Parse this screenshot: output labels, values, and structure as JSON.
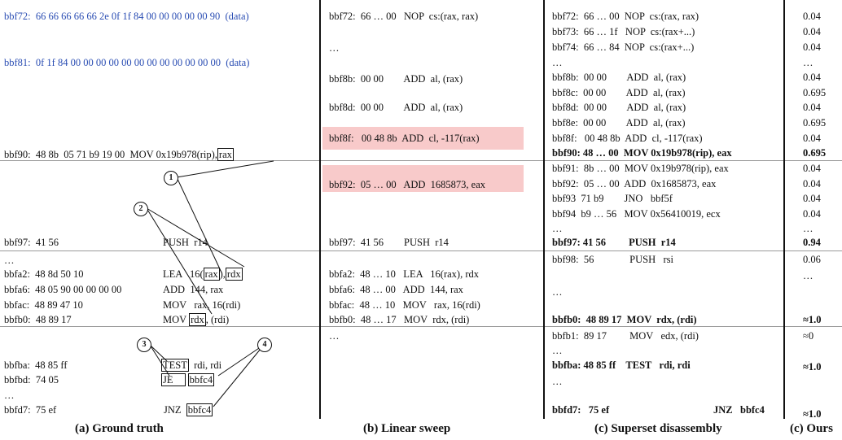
{
  "captions": {
    "a": "(a) Ground truth",
    "b": "(b) Linear sweep",
    "c": "(c) Superset disassembly",
    "d": "(c) Ours"
  },
  "colors": {
    "data_text": "#2a4db3",
    "highlight": "#f8caca"
  },
  "ground_truth": {
    "data1": "bbf72:  66 66 66 66 66 2e 0f 1f 84 00 00 00 00 00 90  (data)",
    "data2": "bbf81:  0f 1f 84 00 00 00 00 00 00 00 00 00 00 00 00  (data)",
    "r90_addr": "bbf90:  48 8b  05 71 b9 19 00  MOV 0x19b978(rip),",
    "r90_box": "rax",
    "r97_addr": "bbf97:  41 56",
    "r97_ins": "PUSH  r14",
    "ellipsis": "…",
    "ra2_addr": "bbfa2:  48 8d 50 10",
    "ra2_ins": "LEA   16(",
    "ra2_box1": "rax",
    "ra2_comma": "),",
    "ra2_box2": "rdx",
    "ra6_addr": "bbfa6:  48 05 90 00 00 00 00",
    "ra6_ins": "ADD  144, rax",
    "rac_addr": "bbfac:  48 89 47 10",
    "rac_ins": "MOV   rax, 16(rdi)",
    "rb0_addr": "bbfb0:  48 89 17",
    "rb0_ins": "MOV ",
    "rb0_box": "rdx",
    "rb0_tail": ", (rdi)",
    "rba_addr": "bbfba:  48 85 ff",
    "rba_box": "TEST",
    "rba_tail": "  rdi, rdi",
    "rbd_addr": "bbfbd:  74 05",
    "rbd_box1": "JE",
    "rbd_box2": "bbfc4",
    "rd7_addr": "bbfd7:  75 ef",
    "rd7_ins": "JNZ  ",
    "rd7_box": "bbfc4",
    "circles": [
      "1",
      "2",
      "3",
      "4"
    ]
  },
  "linear_sweep": [
    "bbf72:  66 … 00   NOP  cs:(rax, rax)",
    "…",
    "bbf8b:  00 00        ADD  al, (rax)",
    "bbf8d:  00 00        ADD  al, (rax)",
    "bbf8f:   00 48 8b  ADD  cl, -117(rax)",
    "bbf92:  05 … 00   ADD  1685873, eax",
    "bbf97:  41 56        PUSH  r14",
    "bbfa2:  48 … 10   LEA   16(rax), rdx",
    "bbfa6:  48 … 00   ADD  144, rax",
    "bbfac:  48 … 10   MOV   rax, 16(rdi)",
    "bbfb0:  48 … 17   MOV  rdx, (rdi)",
    "…"
  ],
  "superset": [
    "bbf72:  66 … 00  NOP  cs:(rax, rax)",
    "bbf73:  66 … 1f   NOP  cs:(rax+...)",
    "bbf74:  66 … 84  NOP  cs:(rax+...)",
    "…",
    "bbf8b:  00 00        ADD  al, (rax)",
    "bbf8c:  00 00        ADD  al, (rax)",
    "bbf8d:  00 00        ADD  al, (rax)",
    "bbf8e:  00 00        ADD  al, (rax)",
    "bbf8f:   00 48 8b  ADD  cl, -117(rax)",
    "bbf90: 48 … 00  MOV 0x19b978(rip), eax",
    "bbf91:  8b … 00  MOV 0x19b978(rip), eax",
    "bbf92:  05 … 00  ADD  0x1685873, eax",
    "bbf93  71 b9        JNO   bbf5f",
    "bbf94  b9 … 56   MOV 0x56410019, ecx",
    "…",
    "bbf97: 41 56         PUSH  r14",
    "bbf98:  56              PUSH   rsi",
    "…",
    "bbfb0:  48 89 17  MOV  rdx, (rdi)",
    "bbfb1:  89 17         MOV   edx, (rdi)",
    "…",
    "bbfba: 48 85 ff    TEST   rdi, rdi",
    "…",
    "bbfd7:   75 ef",
    "JNZ   bbfc4"
  ],
  "ours": [
    "0.04",
    "0.04",
    "0.04",
    "…",
    "0.04",
    "0.695",
    "0.04",
    "0.695",
    "0.04",
    "0.695",
    "0.04",
    "0.04",
    "0.04",
    "0.04",
    "…",
    "0.94",
    "0.06",
    "…",
    "≈1.0",
    "≈0",
    "≈1.0",
    "≈1.0"
  ]
}
